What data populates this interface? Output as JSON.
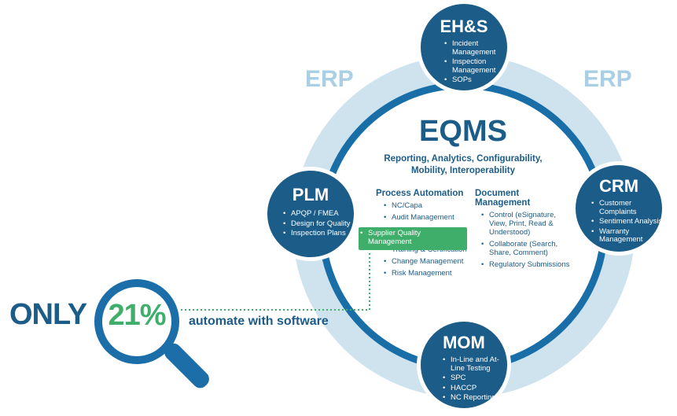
{
  "erp": {
    "left_label": "ERP",
    "right_label": "ERP"
  },
  "center": {
    "title": "EQMS",
    "subtitle_line1": "Reporting, Analytics, Configurability,",
    "subtitle_line2": "Mobility, Interoperability"
  },
  "process_automation": {
    "heading": "Process Automation",
    "items": [
      "NC/Capa",
      "Audit Management",
      "Supplier Quality Management",
      "Training & Certification",
      "Change Management",
      "Risk Management"
    ]
  },
  "document_management": {
    "heading": "Document Management",
    "items": [
      "Control (eSignature, View, Print, Read & Understood)",
      "Collaborate (Search, Share, Comment)",
      "Regulatory Submissions"
    ]
  },
  "nodes": {
    "ehs": {
      "title": "EH&S",
      "items": [
        "Incident Management",
        "Inspection Management",
        "SOPs"
      ]
    },
    "plm": {
      "title": "PLM",
      "items": [
        "APQP / FMEA",
        "Design for Quality",
        "Inspection Plans"
      ]
    },
    "crm": {
      "title": "CRM",
      "items": [
        "Customer Complaints",
        "Sentiment Analysis",
        "Warranty Management"
      ]
    },
    "mom": {
      "title": "MOM",
      "items": [
        "In-Line and At-Line Testing",
        "SPC",
        "HACCP",
        "NC Reporting"
      ]
    }
  },
  "callout": {
    "only": "ONLY",
    "percent": "21%",
    "text": "automate with software"
  },
  "colors": {
    "navy": "#1b5c88",
    "ring": "#1a6ea8",
    "erp_ring": "#cfe3ef",
    "green": "#3fae6a"
  }
}
